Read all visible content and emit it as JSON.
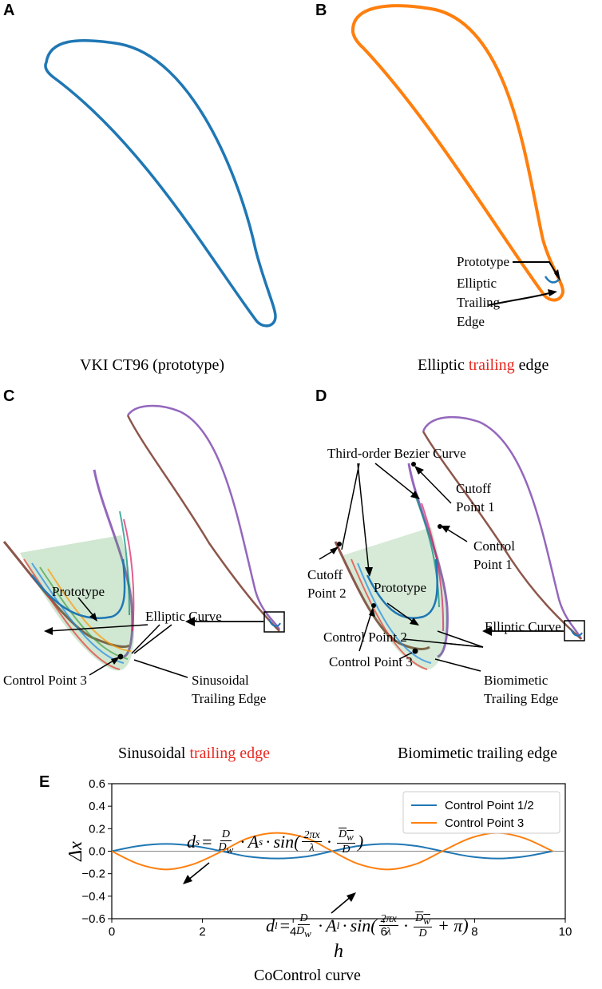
{
  "panels": {
    "a": {
      "letter": "A",
      "caption": "VKI CT96 (prototype)"
    },
    "b": {
      "letter": "B",
      "caption_pre": "Elliptic ",
      "caption_red": "trailing",
      "caption_post": " edge",
      "labels": {
        "prototype": "Prototype",
        "elliptic_1": "Elliptic",
        "elliptic_2": "Trailing",
        "elliptic_3": "Edge"
      }
    },
    "c": {
      "letter": "C",
      "caption_pre": "Sinusoidal ",
      "caption_red": "trailing edge",
      "labels": {
        "prototype": "Prototype",
        "elliptic": "Elliptic Curve",
        "cp3": "Control Point 3",
        "sin_1": "Sinusoidal",
        "sin_2": "Trailing Edge"
      }
    },
    "d": {
      "letter": "D",
      "caption": "Biomimetic trailing edge",
      "labels": {
        "bezier": "Third-order Bezier Curve",
        "cutoff1_1": "Cutoff",
        "cutoff1_2": "Point 1",
        "cutoff2_1": "Cutoff",
        "cutoff2_2": "Point 2",
        "prototype": "Prototype",
        "control1_1": "Control",
        "control1_2": "Point 1",
        "cp2": "Control Point 2",
        "elliptic": "Elliptic Curve",
        "cp3": "Control Point 3",
        "bio_1": "Biomimetic",
        "bio_2": "Trailing Edge"
      }
    },
    "e": {
      "letter": "E",
      "caption": "CoControl curve"
    }
  },
  "equations": {
    "ds": {
      "lhs": "d",
      "lhs_sub": "s",
      "amp": "A",
      "amp_sub": "s",
      "phase": ""
    },
    "dl": {
      "lhs": "d",
      "lhs_sub": "l",
      "amp": "A",
      "amp_sub": "l",
      "phase": "+ π"
    }
  },
  "colors": {
    "blue": "#1f77b4",
    "orange": "#ff7f0e",
    "purple": "#9467bd",
    "brown": "#8c564b",
    "red_text": "#e8281f"
  },
  "chart_data": {
    "type": "line",
    "xlabel": "h",
    "ylabel": "Δx",
    "xlim": [
      0,
      10
    ],
    "ylim": [
      -0.6,
      0.6
    ],
    "xticks": [
      0,
      2,
      4,
      6,
      8,
      10
    ],
    "yticks": [
      -0.6,
      -0.4,
      -0.2,
      0.0,
      0.2,
      0.4,
      0.6
    ],
    "legend_position": "top-right",
    "grid": false,
    "series": [
      {
        "name": "Control Point 1/2",
        "color": "#1f77b4",
        "x": [
          0,
          0.6,
          1.2,
          1.8,
          2.43,
          3.0,
          3.65,
          4.3,
          4.86,
          5.45,
          6.08,
          6.7,
          7.29,
          7.9,
          8.5,
          9.1,
          9.72
        ],
        "y": [
          0,
          0.047,
          0.065,
          0.047,
          0,
          -0.047,
          -0.065,
          -0.047,
          0,
          0.047,
          0.065,
          0.047,
          0,
          -0.047,
          -0.065,
          -0.047,
          0
        ]
      },
      {
        "name": "Control Point 3",
        "color": "#ff7f0e",
        "x": [
          0,
          0.6,
          1.2,
          1.8,
          2.43,
          3.0,
          3.65,
          4.3,
          4.86,
          5.45,
          6.08,
          6.7,
          7.29,
          7.9,
          8.5,
          9.1,
          9.72
        ],
        "y": [
          0,
          -0.115,
          -0.162,
          -0.115,
          0,
          0.115,
          0.162,
          0.115,
          0,
          -0.115,
          -0.162,
          -0.115,
          0,
          0.115,
          0.162,
          0.115,
          0
        ]
      }
    ]
  }
}
